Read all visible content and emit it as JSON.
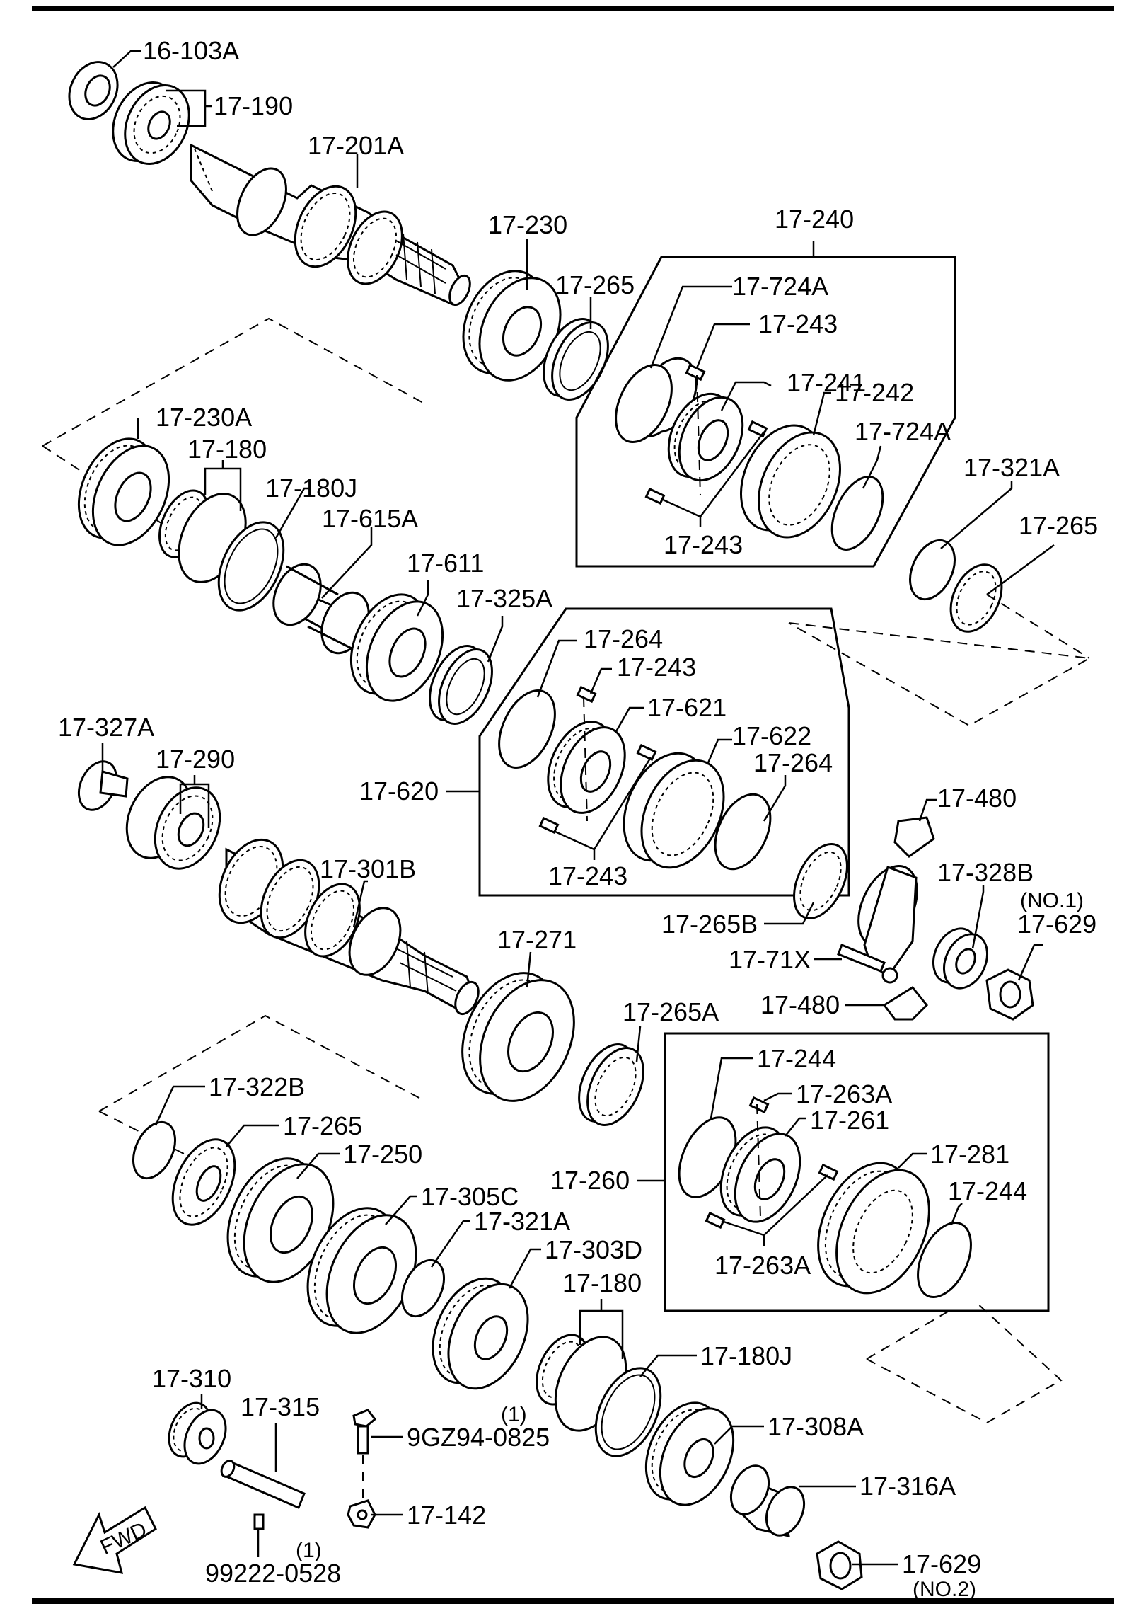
{
  "labels": {
    "l16_103a": "16-103A",
    "l17_190": "17-190",
    "l17_201a": "17-201A",
    "l17_230": "17-230",
    "l17_265_top": "17-265",
    "l17_240": "17-240",
    "l17_724a_top": "17-724A",
    "l17_243_a": "17-243",
    "l17_241": "17-241",
    "l17_242": "17-242",
    "l17_724a_right": "17-724A",
    "l17_243_b": "17-243",
    "l17_321a_right": "17-321A",
    "l17_265_right": "17-265",
    "l17_230a": "17-230A",
    "l17_180_top": "17-180",
    "l17_180j_top": "17-180J",
    "l17_615a": "17-615A",
    "l17_611": "17-611",
    "l17_325a": "17-325A",
    "l17_264_top": "17-264",
    "l17_243_c": "17-243",
    "l17_621": "17-621",
    "l17_622": "17-622",
    "l17_264_right": "17-264",
    "l17_620": "17-620",
    "l17_243_d": "17-243",
    "l17_327a": "17-327A",
    "l17_290": "17-290",
    "l17_301b": "17-301B",
    "l17_480_top": "17-480",
    "l17_328b": "17-328B",
    "no1": "(NO.1)",
    "l17_629_top": "17-629",
    "l17_265b": "17-265B",
    "l17_71x": "17-71X",
    "l17_480_bottom": "17-480",
    "l17_271": "17-271",
    "l17_265a": "17-265A",
    "l17_322b": "17-322B",
    "l17_265_left": "17-265",
    "l17_250": "17-250",
    "l17_305c": "17-305C",
    "l17_321a_bottom": "17-321A",
    "l17_303d": "17-303D",
    "l17_244_top": "17-244",
    "l17_263a_top": "17-263A",
    "l17_261": "17-261",
    "l17_281": "17-281",
    "l17_260": "17-260",
    "l17_244_right": "17-244",
    "l17_263a_bottom": "17-263A",
    "l17_180_bottom": "17-180",
    "l17_180j_bottom": "17-180J",
    "l17_308a": "17-308A",
    "l17_316a": "17-316A",
    "l17_629_bottom": "17-629",
    "no2": "(NO.2)",
    "l17_310": "17-310",
    "l17_315": "17-315",
    "qty_bolt": "(1)",
    "l9gz94": "9GZ94-0825",
    "l17_142": "17-142",
    "qty_pin": "(1)",
    "l99222": "99222-0528",
    "fwd": "FWD"
  }
}
